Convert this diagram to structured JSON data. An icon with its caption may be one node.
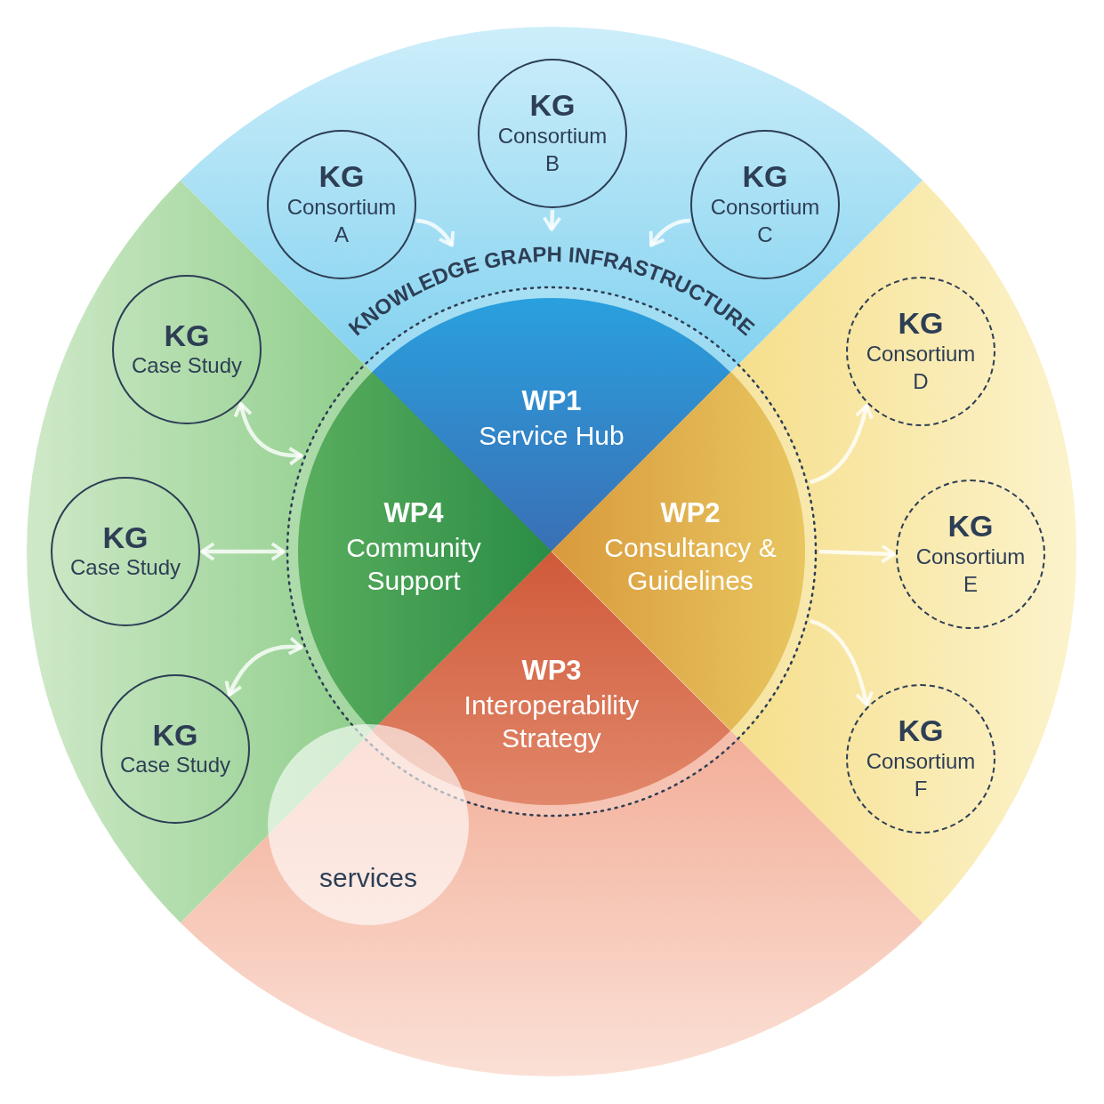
{
  "diagram": {
    "nodes": [
      {
        "text": [
          "KNOWLEDGE GRAPH INFRASTRUCTURE"
        ]
      },
      {
        "text": [
          "WP1",
          "Service Hub"
        ],
        "in": 0
      },
      {
        "text": [
          "WP2",
          "Consultancy & Guidelines"
        ],
        "in": 0
      },
      {
        "text": [
          "WP3",
          "Interoperability Strategy"
        ],
        "in": 0
      },
      {
        "text": [
          "WP4",
          "Community Support"
        ],
        "in": 0
      },
      {
        "text": [
          "KG",
          "Consortium A"
        ]
      },
      {
        "text": [
          "KG",
          "Consortium B"
        ]
      },
      {
        "text": [
          "KG",
          "Consortium C"
        ]
      },
      {
        "text": [
          "KG",
          "Consortium D"
        ]
      },
      {
        "text": [
          "KG",
          "Consortium E"
        ]
      },
      {
        "text": [
          "KG",
          "Consortium F"
        ]
      },
      {
        "text": [
          "KG",
          "Case Study"
        ]
      },
      {
        "text": [
          "KG",
          "Case Study"
        ]
      },
      {
        "text": [
          "KG",
          "Case Study"
        ]
      },
      {
        "text": [
          "services"
        ]
      }
    ],
    "edges": [
      {
        "from": 5,
        "to": 0,
        "arrow": "to"
      },
      {
        "from": 6,
        "to": 0,
        "arrow": "to"
      },
      {
        "from": 7,
        "to": 0,
        "arrow": "to"
      },
      {
        "from": 2,
        "to": 8,
        "arrow": "to"
      },
      {
        "from": 2,
        "to": 9,
        "arrow": "to"
      },
      {
        "from": 2,
        "to": 10,
        "arrow": "to"
      },
      {
        "from": 11,
        "to": 4,
        "arrow": "both"
      },
      {
        "from": 12,
        "to": 4,
        "arrow": "both"
      },
      {
        "from": 13,
        "to": 4,
        "arrow": "both"
      }
    ]
  }
}
